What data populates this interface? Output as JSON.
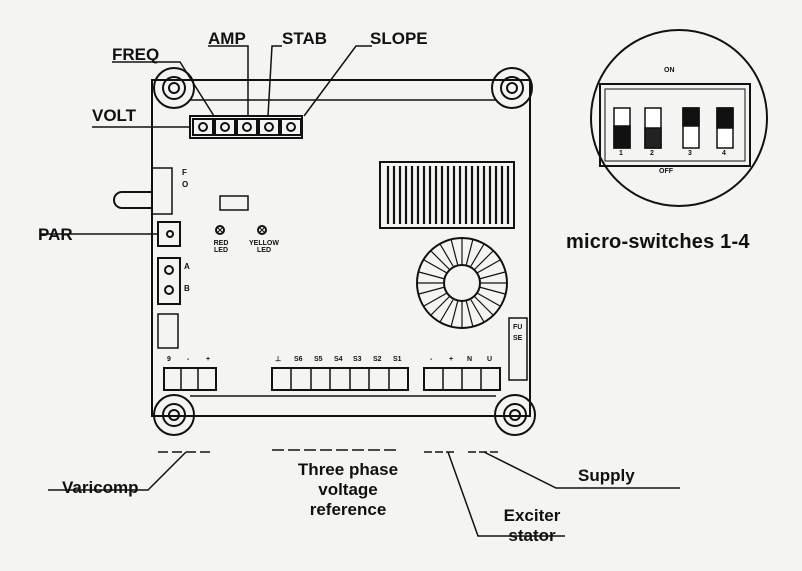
{
  "labels": {
    "freq": "FREQ",
    "amp": "AMP",
    "stab": "STAB",
    "slope": "SLOPE",
    "volt": "VOLT",
    "par": "PAR",
    "varicomp": "Varicomp",
    "three_phase": [
      "Three phase",
      "voltage",
      "reference"
    ],
    "exciter": [
      "Exciter",
      "stator"
    ],
    "supply": "Supply",
    "red_led": [
      "RED",
      "LED"
    ],
    "yellow_led": [
      "YELLOW",
      "LED"
    ],
    "fo": [
      "F",
      "O"
    ],
    "a": "A",
    "b": "B",
    "fuse": "FUSE"
  },
  "micro_switch": {
    "on": "ON",
    "off": "OFF",
    "numbers": [
      "1",
      "2",
      "3",
      "4"
    ],
    "caption": "micro-switches 1-4"
  },
  "terminals": {
    "varicomp": [
      "9",
      "-",
      "+"
    ],
    "reference": [
      "⊥",
      "S6",
      "S5",
      "S4",
      "S3",
      "S2",
      "S1"
    ],
    "exciter_supply": [
      "-",
      "+",
      "N",
      "U"
    ]
  }
}
